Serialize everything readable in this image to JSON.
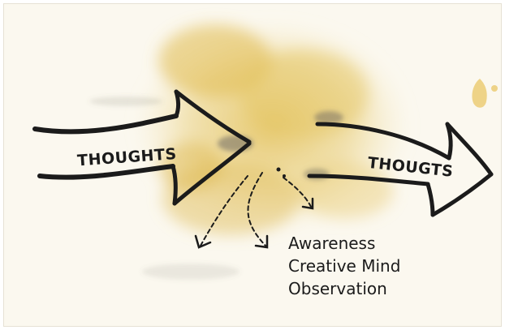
{
  "diagram": {
    "left_label": "THOUGHTS",
    "right_label": "THOUGTS",
    "notes": [
      "Awareness",
      "Creative Mind",
      "Observation"
    ]
  },
  "colors": {
    "paper": "#fbf8ef",
    "watercolor": "#e4c25a",
    "ink": "#1b1b1b",
    "smudge": "#7b776c"
  }
}
